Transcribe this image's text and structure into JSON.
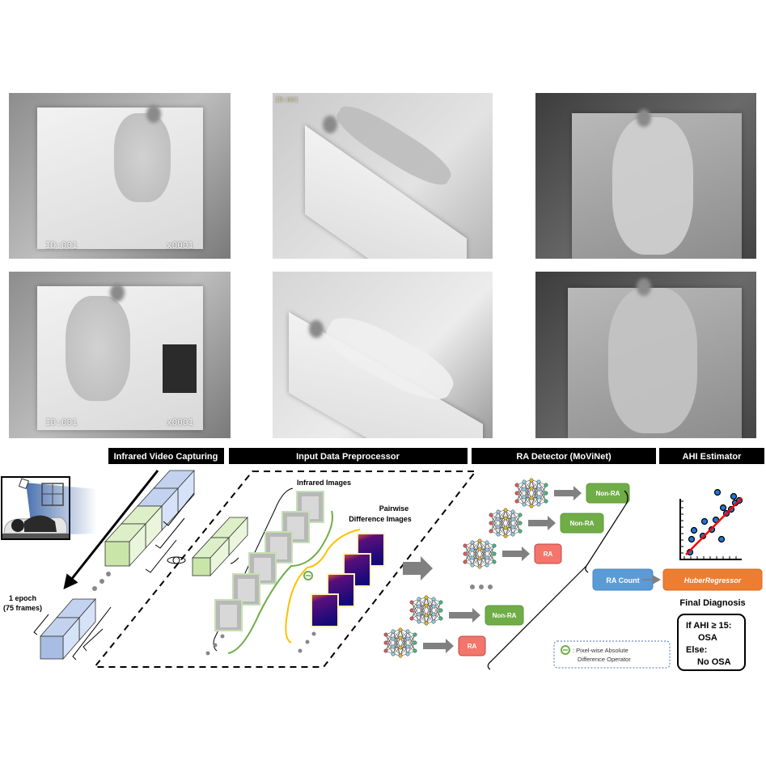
{
  "photos": {
    "overlay_id": "ID:001",
    "overlay_counter": "x0001",
    "overlay_small": "ID:001"
  },
  "stages": {
    "capture": "Infrared Video Capturing",
    "preprocess": "Input Data Preprocessor",
    "detector": "RA Detector (MoViNet)",
    "estimator": "AHI Estimator"
  },
  "capture": {
    "epoch_line1": "1 epoch",
    "epoch_line2": "(75 frames)"
  },
  "preprocess": {
    "infrared_images": "Infrared Images",
    "pairwise_line1": "Pairwise",
    "pairwise_line2": "Difference Images"
  },
  "detector": {
    "outputs": [
      "Non-RA",
      "Non-RA",
      "RA",
      "Non-RA",
      "RA"
    ],
    "ra_count": "RA Count"
  },
  "legend": {
    "line1": ": Pixel-wise Absolute",
    "line2": "Difference Operator"
  },
  "estimator": {
    "regressor": "HuberRegressor",
    "final_diagnosis": "Final Diagnosis",
    "rule_line1": "If AHI ≥ 15:",
    "rule_line2": "OSA",
    "rule_line3": "Else:",
    "rule_line4": "No OSA"
  },
  "colors": {
    "non_ra": "#70ad47",
    "ra": "#f4756b",
    "ra_count": "#5b9bd5",
    "regressor": "#ed7d31",
    "regression_line": "#ff0000",
    "scatter_point": "#1f77d4",
    "infrared_curve": "#70ad47",
    "difference_curve": "#ffc000"
  }
}
